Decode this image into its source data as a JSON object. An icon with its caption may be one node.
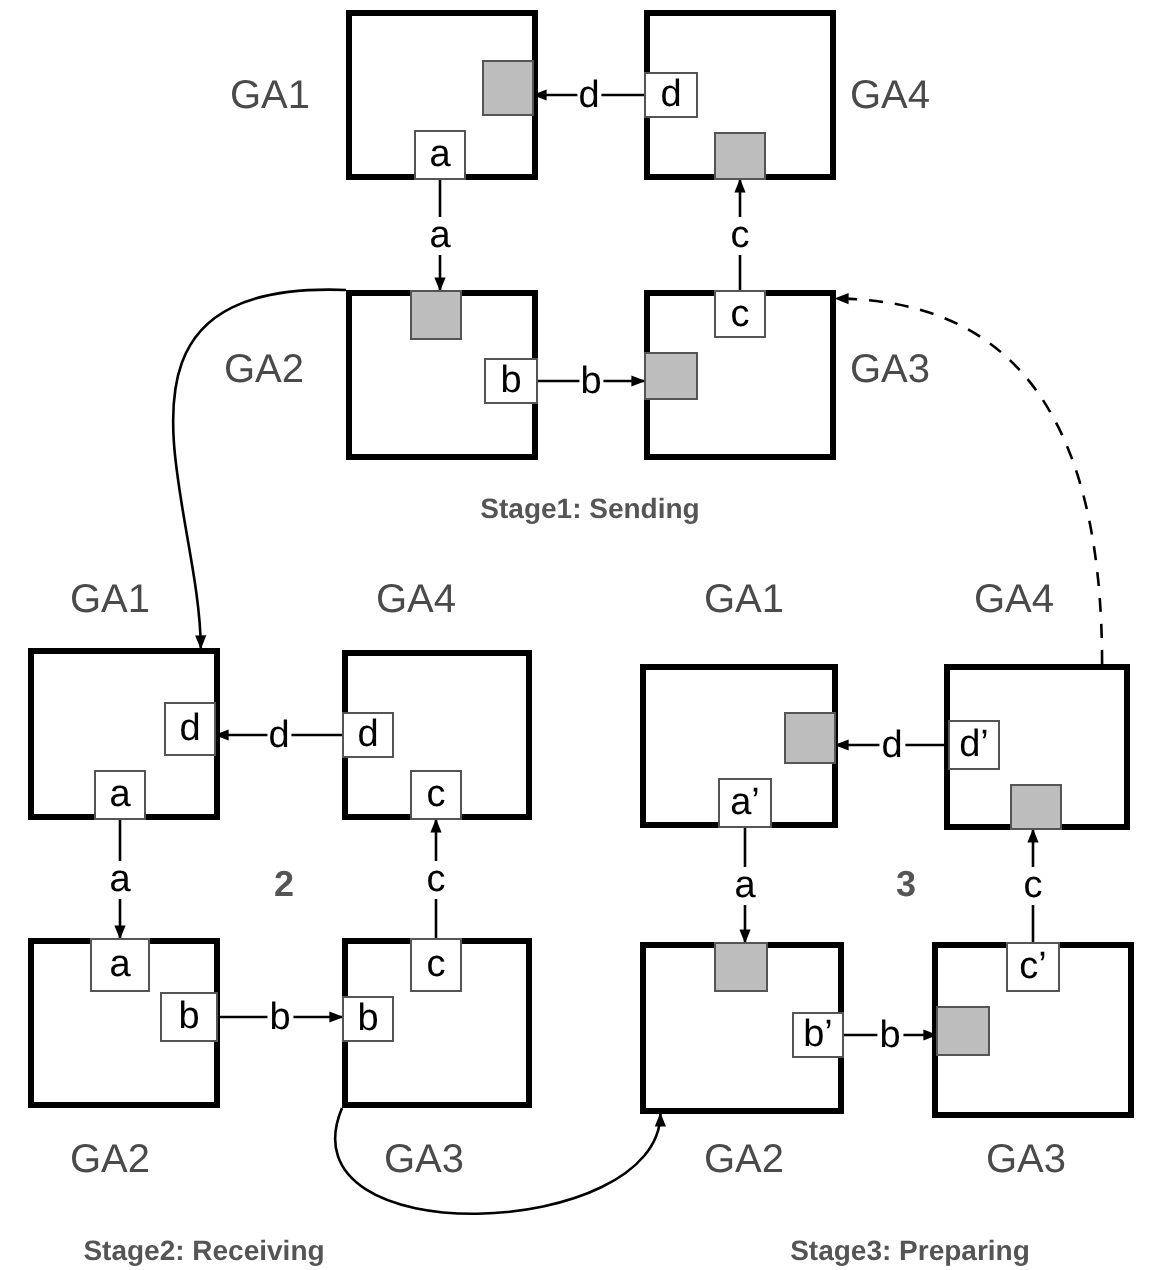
{
  "diagram": {
    "nodes": [
      {
        "text": [
          "GA1"
        ]
      },
      {
        "text": [],
        "shape": "box",
        "in": 0
      },
      {
        "text": [
          "a"
        ],
        "in": 0
      },
      {
        "text": [
          "GA4"
        ]
      },
      {
        "text": [
          "d"
        ],
        "in": 3
      },
      {
        "text": [],
        "shape": "box",
        "in": 3
      },
      {
        "text": [
          "GA2"
        ]
      },
      {
        "text": [],
        "shape": "box",
        "in": 6
      },
      {
        "text": [
          "b"
        ],
        "in": 6
      },
      {
        "text": [
          "GA3"
        ]
      },
      {
        "text": [
          "c"
        ],
        "in": 9
      },
      {
        "text": [],
        "shape": "box",
        "in": 9
      },
      {
        "text": [
          "GA1"
        ]
      },
      {
        "text": [
          "d"
        ],
        "in": 12
      },
      {
        "text": [
          "a"
        ],
        "in": 12
      },
      {
        "text": [
          "GA4"
        ]
      },
      {
        "text": [
          "d"
        ],
        "in": 15
      },
      {
        "text": [
          "c"
        ],
        "in": 15
      },
      {
        "text": [
          "GA2"
        ]
      },
      {
        "text": [
          "a"
        ],
        "in": 18
      },
      {
        "text": [
          "b"
        ],
        "in": 18
      },
      {
        "text": [
          "GA3"
        ]
      },
      {
        "text": [
          "c"
        ],
        "in": 21
      },
      {
        "text": [
          "b"
        ],
        "in": 21
      },
      {
        "text": [
          "GA1"
        ]
      },
      {
        "text": [],
        "shape": "box",
        "in": 24
      },
      {
        "text": [
          "a’"
        ],
        "in": 24
      },
      {
        "text": [
          "GA4"
        ]
      },
      {
        "text": [
          "d’"
        ],
        "in": 27
      },
      {
        "text": [],
        "shape": "box",
        "in": 27
      },
      {
        "text": [
          "GA2"
        ]
      },
      {
        "text": [],
        "shape": "box",
        "in": 30
      },
      {
        "text": [
          "b’"
        ],
        "in": 30
      },
      {
        "text": [
          "GA3"
        ]
      },
      {
        "text": [
          "c’"
        ],
        "in": 33
      },
      {
        "text": [],
        "shape": "box",
        "in": 33
      }
    ],
    "edges": [
      {
        "from": 2,
        "to": 7,
        "arrow": "to",
        "label": "a"
      },
      {
        "from": 4,
        "to": 1,
        "arrow": "to",
        "label": "d"
      },
      {
        "from": 10,
        "to": 5,
        "arrow": "to",
        "label": "c"
      },
      {
        "from": 8,
        "to": 11,
        "arrow": "to",
        "label": "b"
      },
      {
        "from": 14,
        "to": 19,
        "arrow": "to",
        "label": "a"
      },
      {
        "from": 16,
        "to": 13,
        "arrow": "to",
        "label": "d"
      },
      {
        "from": 22,
        "to": 17,
        "arrow": "to",
        "label": "c"
      },
      {
        "from": 20,
        "to": 23,
        "arrow": "to",
        "label": "b"
      },
      {
        "from": 26,
        "to": 31,
        "arrow": "to",
        "label": "a"
      },
      {
        "from": 28,
        "to": 25,
        "arrow": "to",
        "label": "d"
      },
      {
        "from": 34,
        "to": 29,
        "arrow": "to",
        "label": "c"
      },
      {
        "from": 32,
        "to": 35,
        "arrow": "to",
        "label": "b"
      },
      {
        "from": 6,
        "to": 12,
        "arrow": "to"
      },
      {
        "from": 21,
        "to": 30,
        "arrow": "to"
      },
      {
        "from": 27,
        "to": 9,
        "arrow": "to",
        "style": "dashed"
      }
    ],
    "labels": [
      "Stage1: Sending",
      "2",
      "3",
      "Stage2: Receiving",
      "Stage3: Preparing"
    ]
  }
}
